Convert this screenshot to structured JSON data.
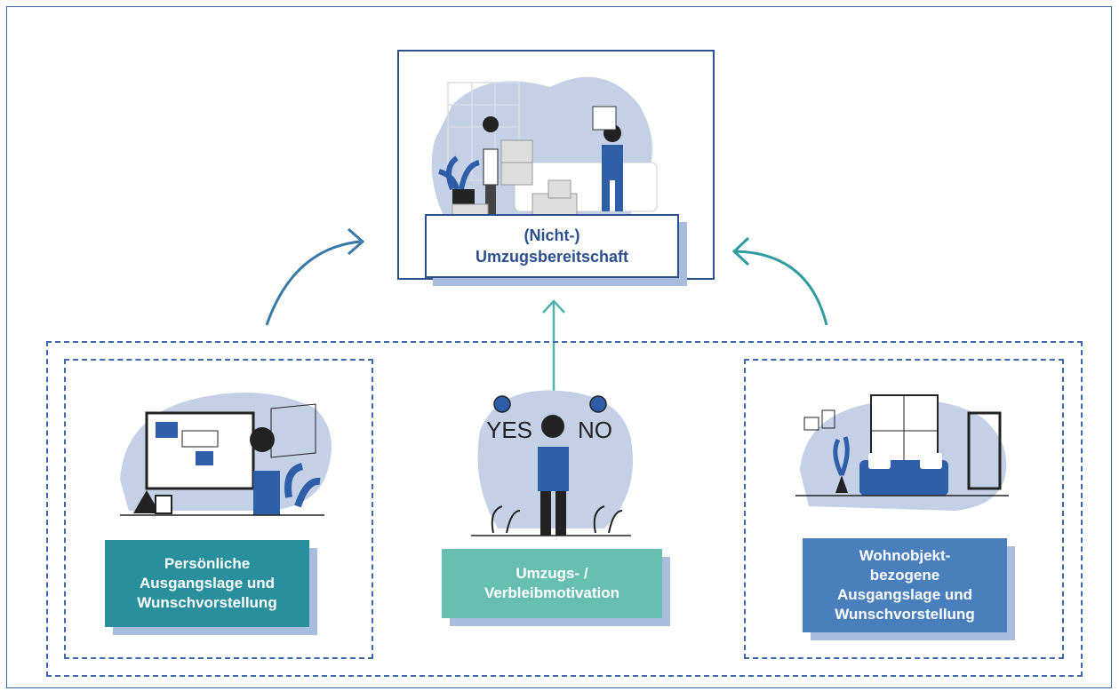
{
  "top": {
    "title_line1": "(Nicht-)",
    "title_line2": "Umzugsbereitschaft"
  },
  "factors": [
    {
      "lines": [
        "Persönliche",
        "Ausgangslage und",
        "Wunschvorstellung"
      ],
      "color": "#2a8f9d"
    },
    {
      "lines": [
        "Umzugs- /",
        "Verbleibmotivation"
      ],
      "color": "#66bfaf"
    },
    {
      "lines": [
        "Wohnobjekt-",
        "bezogene",
        "Ausgangslage und",
        "Wunschvorstellung"
      ],
      "color": "#4a7fbd"
    }
  ],
  "decision": {
    "yes": "YES",
    "no": "NO"
  },
  "colors": {
    "navy": "#2c4f8e",
    "blue_arrow": "#3a78a8",
    "teal_arrow": "#2f9ca0",
    "blob": "#c3d0e6",
    "accent": "#2f5ea8"
  }
}
